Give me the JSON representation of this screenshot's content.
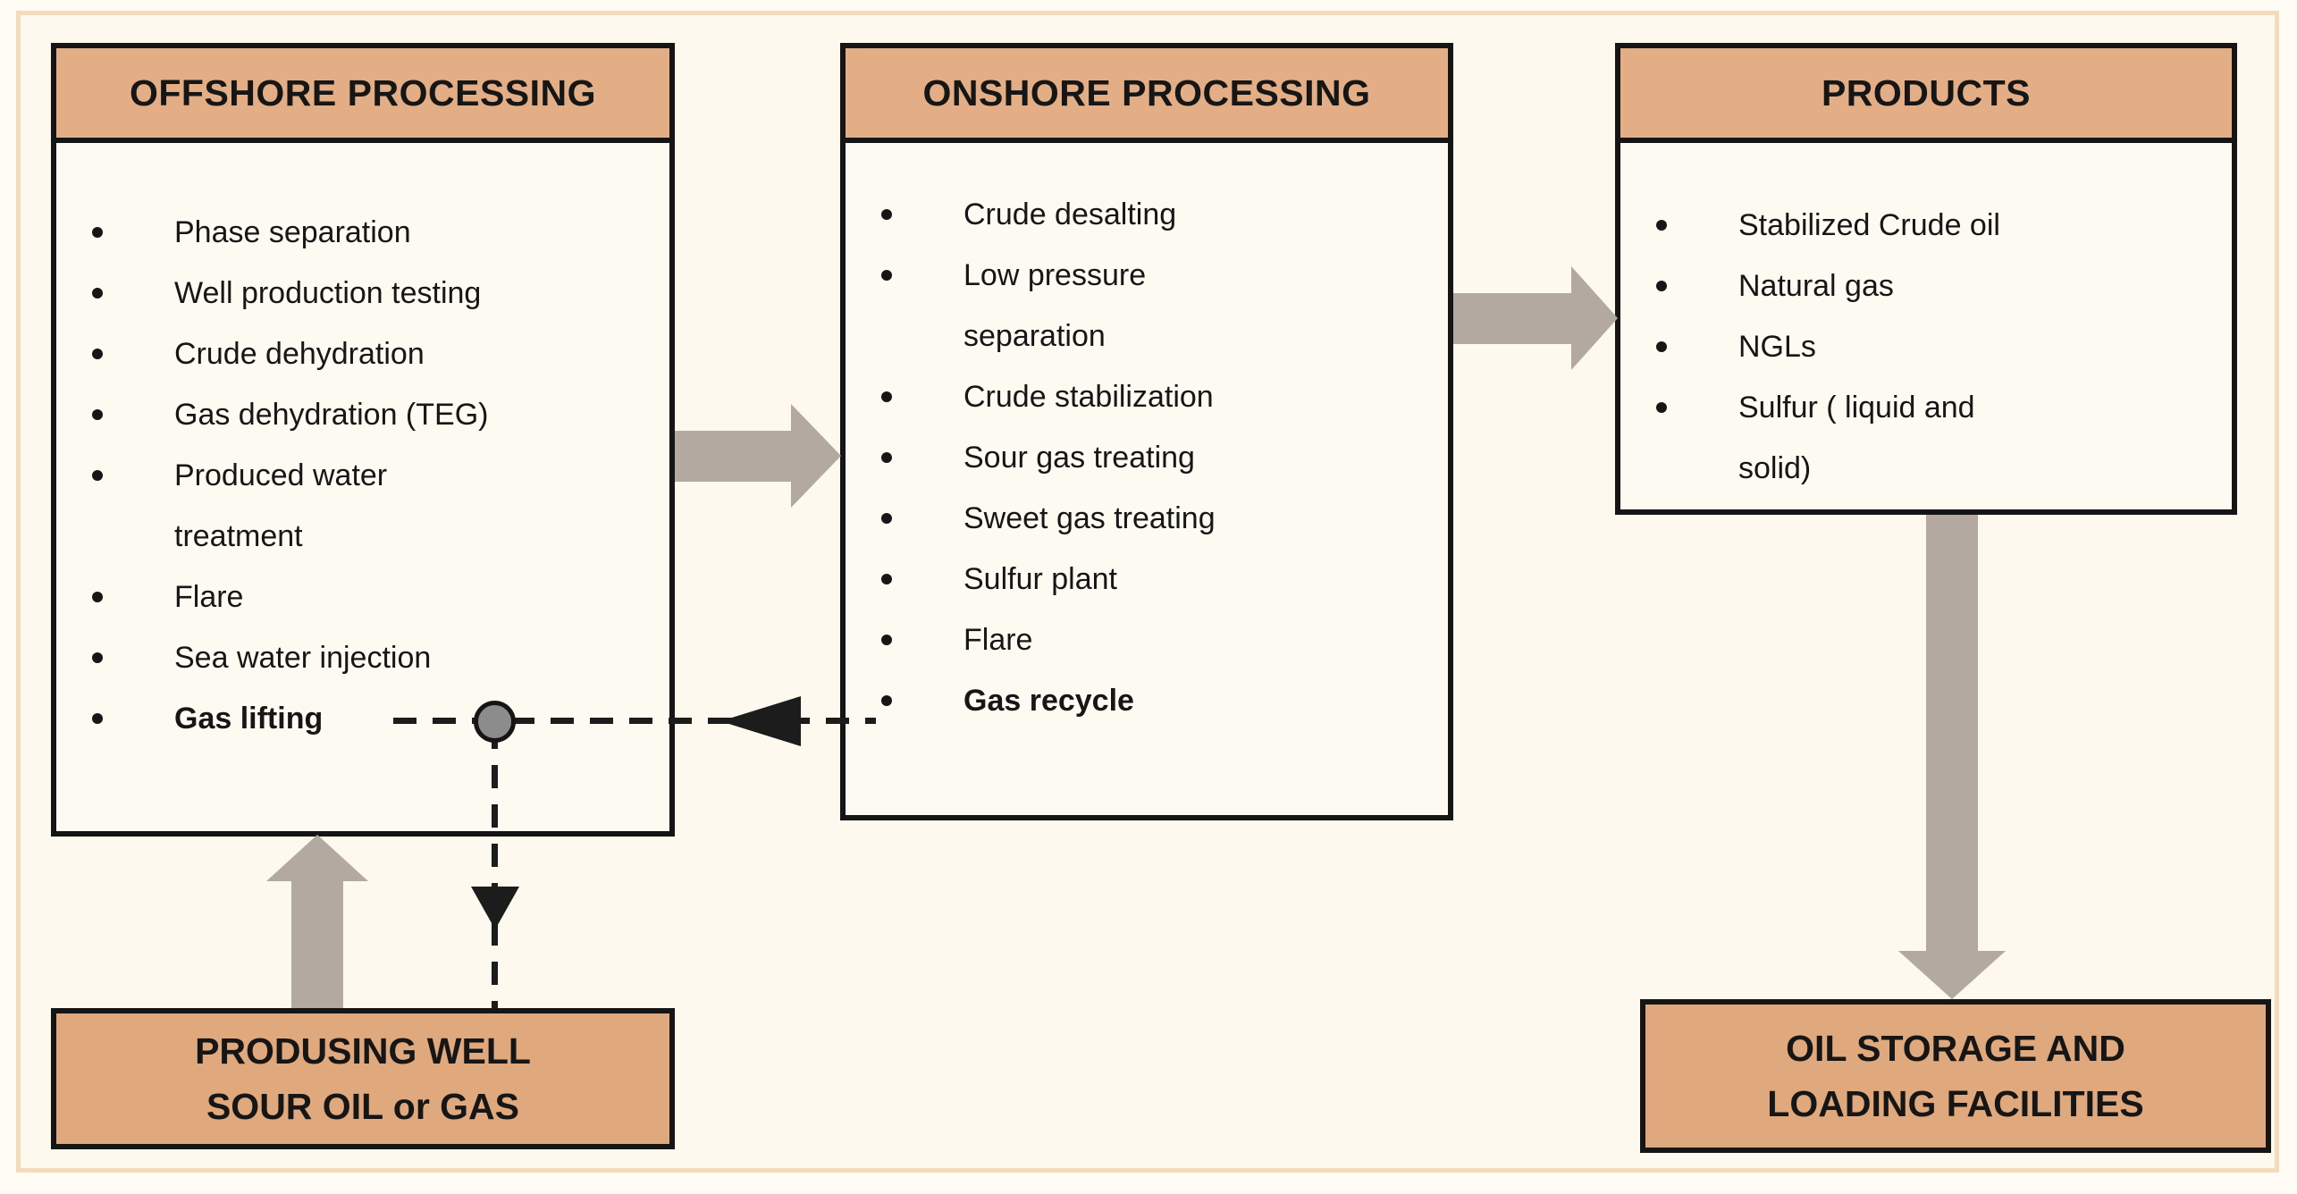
{
  "diagram": {
    "offshore": {
      "title": "OFFSHORE PROCESSING",
      "items": [
        "Phase separation",
        "Well production testing",
        "Crude dehydration",
        "Gas dehydration (TEG)",
        "Produced water\ntreatment",
        "Flare",
        "Sea water injection",
        "Gas lifting"
      ]
    },
    "onshore": {
      "title": "ONSHORE PROCESSING",
      "items": [
        "Crude desalting",
        "Low pressure\nseparation",
        "Crude stabilization",
        "Sour gas treating",
        "Sweet gas treating",
        "Sulfur plant",
        "Flare",
        "Gas recycle"
      ]
    },
    "products": {
      "title": "PRODUCTS",
      "items": [
        "Stabilized Crude oil",
        "Natural gas",
        "NGLs",
        "Sulfur ( liquid and\nsolid)"
      ]
    },
    "producing_well": {
      "label": "PRODUSING WELL\nSOUR OIL or GAS"
    },
    "oil_storage": {
      "label": "OIL STORAGE AND\nLOADING FACILITIES"
    }
  },
  "colors": {
    "canvas_background": "#fdf9ee",
    "frame_border": "#f3dbbb",
    "box_border": "#151515",
    "box_body": "#fdfaf1",
    "header_fill": "#e3ae85",
    "bottom_box_fill": "#e0a87d",
    "block_arrow_gray": "#b3a9a1",
    "dashed_line_black": "#1c1c1c",
    "node_circle_fill": "#8c8c8c"
  }
}
